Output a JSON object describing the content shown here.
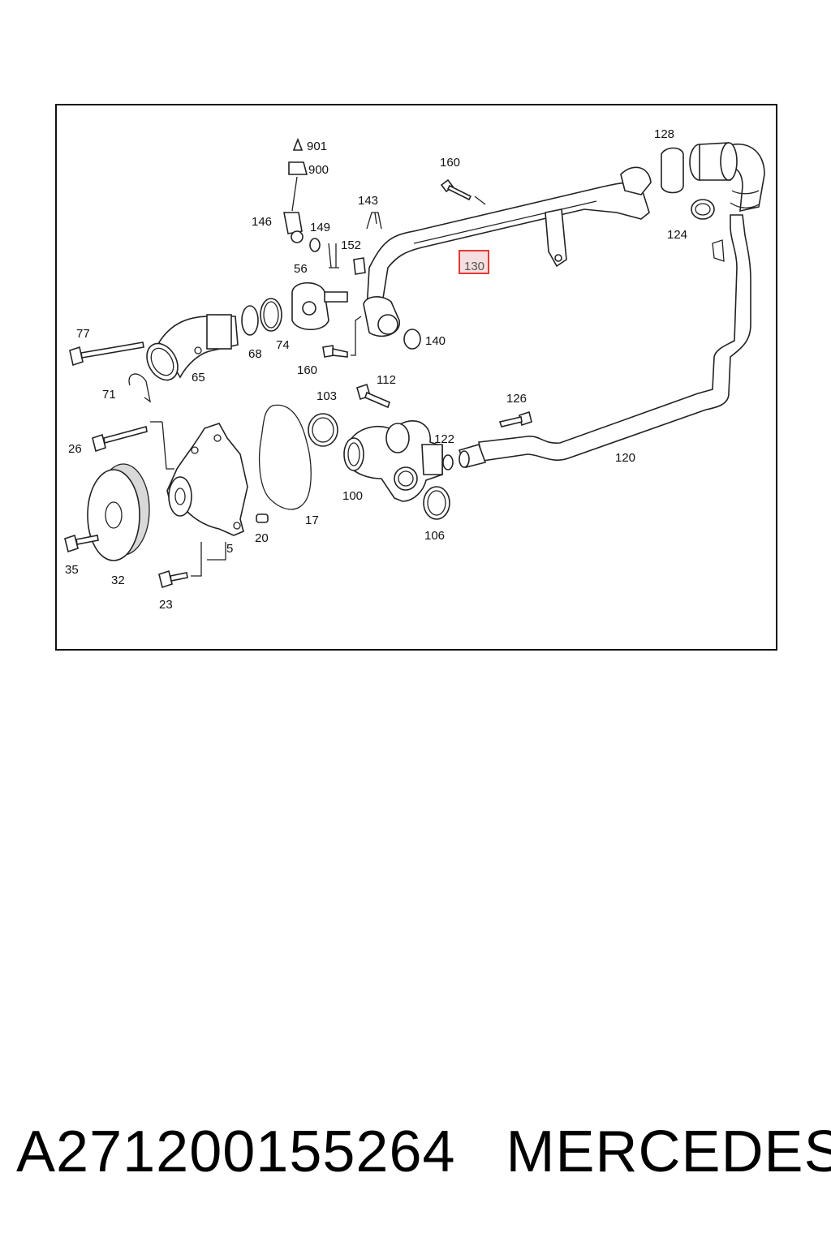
{
  "diagram": {
    "labels": {
      "l901": "901",
      "l900": "900",
      "l160a": "160",
      "l128": "128",
      "l143": "143",
      "l146": "146",
      "l149": "149",
      "l152": "152",
      "l124": "124",
      "l56": "56",
      "l130": "130",
      "l77": "77",
      "l68": "68",
      "l74": "74",
      "l140": "140",
      "l65": "65",
      "l160b": "160",
      "l71": "71",
      "l112": "112",
      "l103": "103",
      "l126": "126",
      "l26": "26",
      "l122": "122",
      "l120": "120",
      "l100": "100",
      "l17": "17",
      "l106": "106",
      "l20": "20",
      "l5": "5",
      "l35": "35",
      "l32": "32",
      "l23": "23"
    },
    "highlighted_part": "130",
    "highlight_color": "#e53935"
  },
  "footer": {
    "part_number": "A271200155264",
    "brand": "MERCEDES"
  }
}
